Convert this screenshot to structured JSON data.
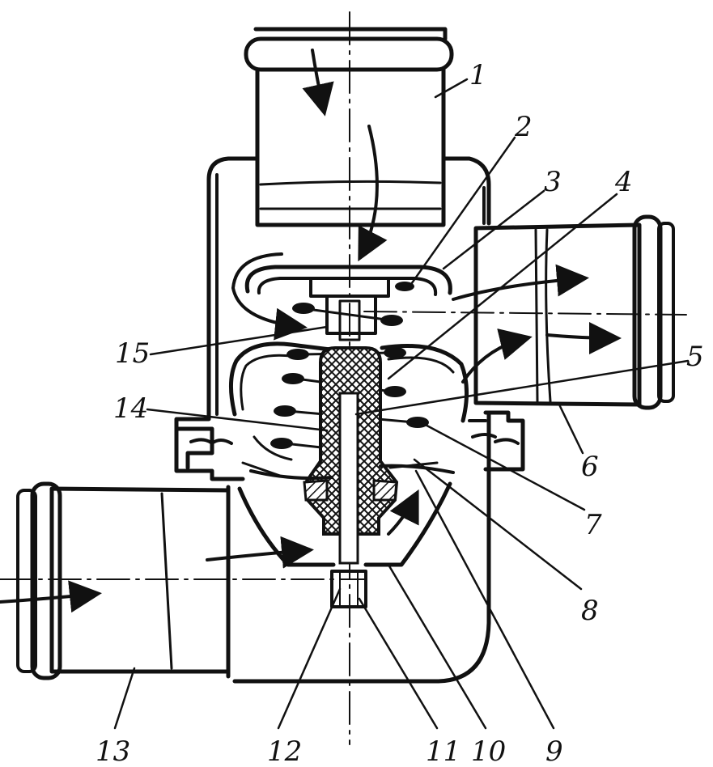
{
  "callouts": [
    {
      "id": "1",
      "text": "1"
    },
    {
      "id": "2",
      "text": "2"
    },
    {
      "id": "3",
      "text": "3"
    },
    {
      "id": "4",
      "text": "4"
    },
    {
      "id": "5",
      "text": "5"
    },
    {
      "id": "6",
      "text": "6"
    },
    {
      "id": "7",
      "text": "7"
    },
    {
      "id": "8",
      "text": "8"
    },
    {
      "id": "9",
      "text": "9"
    },
    {
      "id": "10",
      "text": "10"
    },
    {
      "id": "11",
      "text": "11"
    },
    {
      "id": "12",
      "text": "12"
    },
    {
      "id": "13",
      "text": "13"
    },
    {
      "id": "14",
      "text": "14"
    },
    {
      "id": "15",
      "text": "15"
    }
  ],
  "colors": {
    "ink": "#111111",
    "paper": "#ffffff",
    "hatch": "#222222"
  }
}
